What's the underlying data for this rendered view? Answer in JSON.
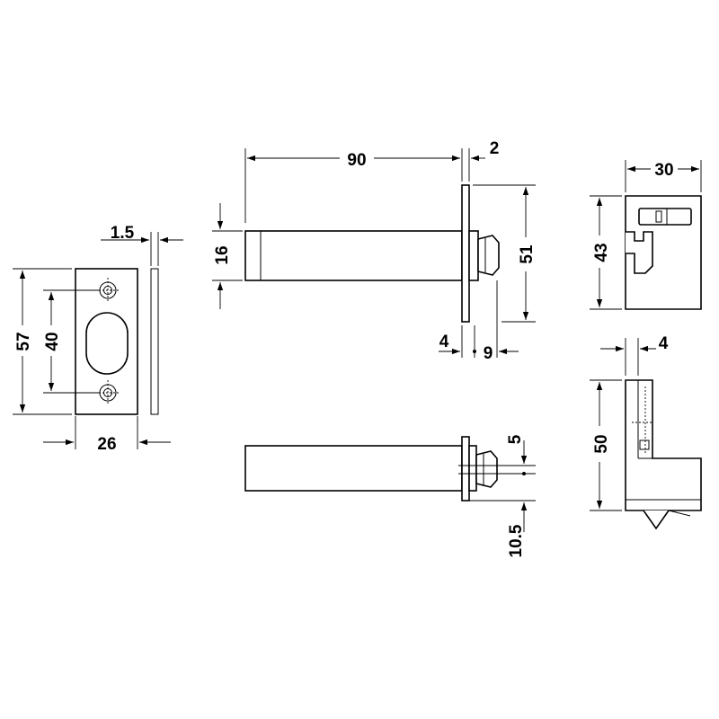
{
  "dimensions": {
    "strike_plate_height": "57",
    "strike_hole_spacing": "40",
    "strike_plate_width": "26",
    "strike_plate_thickness": "1.5",
    "bolt_length": "90",
    "flange_thickness": "2",
    "bolt_height": "16",
    "flange_height": "51",
    "tip_offset_left": "4",
    "tip_offset_right": "9",
    "pin_spacing": "5",
    "pin_offset": "10.5",
    "housing_width": "30",
    "housing_height": "43",
    "side_depth": "4",
    "side_height": "50"
  }
}
